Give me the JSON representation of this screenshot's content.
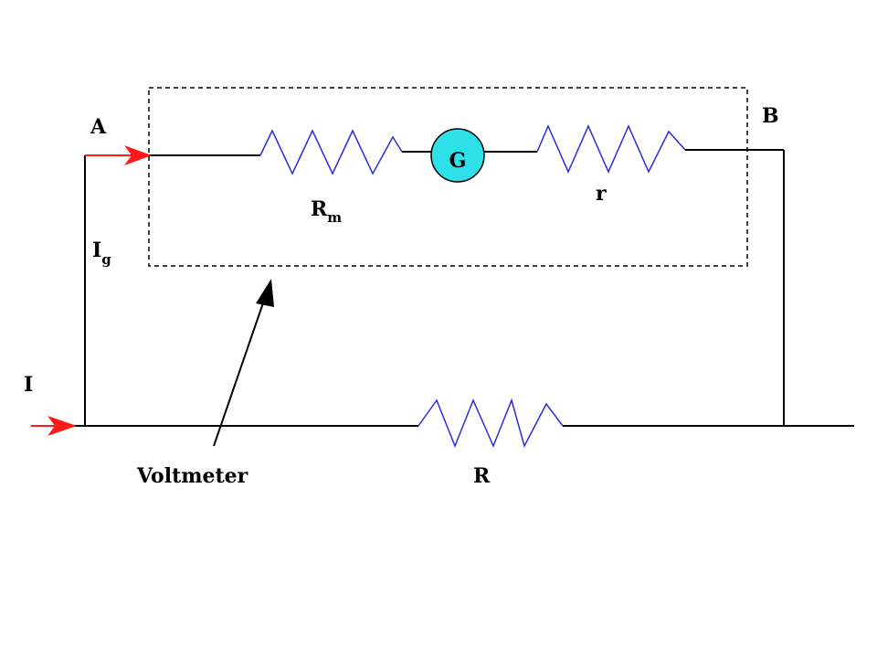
{
  "diagram": {
    "labels": {
      "node_a": "A",
      "node_b": "B",
      "current_total": "I",
      "current_g_main": "I",
      "current_g_sub": "g",
      "resistor_rm_main": "R",
      "resistor_rm_sub": "m",
      "galvanometer": "G",
      "resistor_r_small": "r",
      "resistor_r_big": "R",
      "voltmeter": "Voltmeter"
    },
    "colors": {
      "wire": "#000000",
      "resistor": "#2a2ae0",
      "galvanometer_fill": "#2ee0e8",
      "arrow": "#ff1a1a",
      "dashed_box": "#000000"
    }
  }
}
